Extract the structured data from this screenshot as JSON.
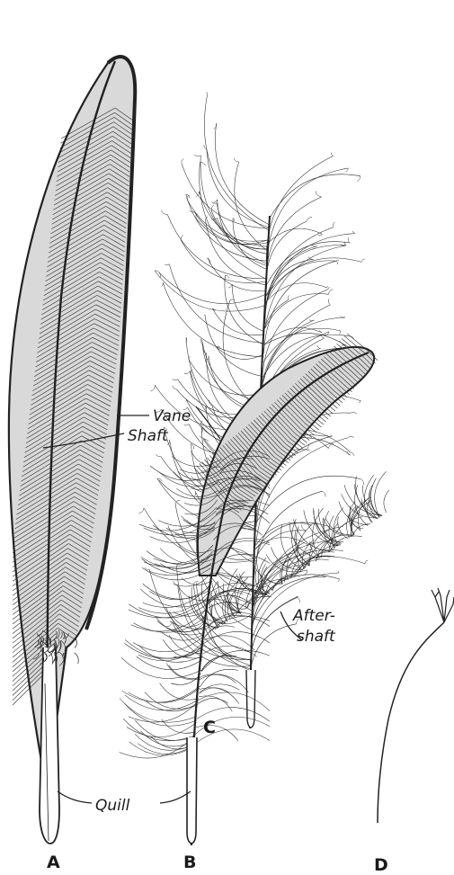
{
  "figures": {
    "a": {
      "letter": "A"
    },
    "b": {
      "letter": "B"
    },
    "c": {
      "letter": "C"
    },
    "d": {
      "letter": "D"
    }
  },
  "labels": {
    "vane": "Vane",
    "shaft": "Shaft",
    "after_line1": "After-",
    "after_line2": "shaft",
    "quill": "Quill"
  },
  "colors": {
    "ink": "#222222",
    "vane_fill": "#d9d9d9",
    "paper": "#ffffff"
  }
}
